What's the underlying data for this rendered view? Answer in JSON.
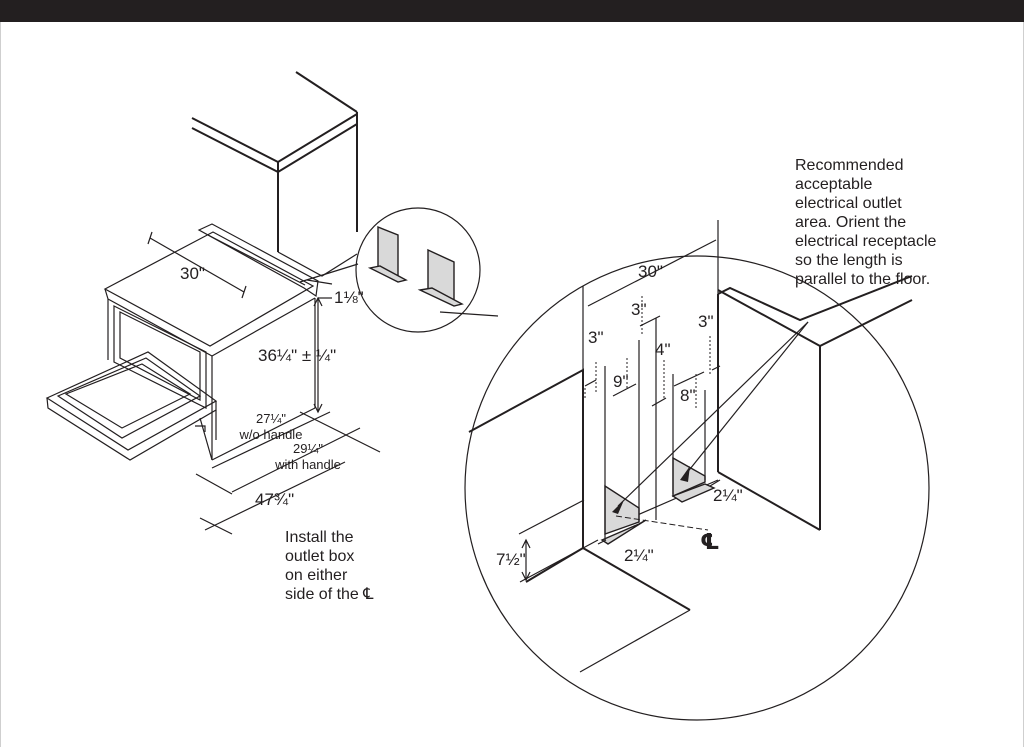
{
  "dims": {
    "range_width": "30\"",
    "top_offset": "1⅛\"",
    "height": "36¼\" ± ¼\"",
    "depth_no_handle_val": "27¼\"",
    "depth_no_handle_note": "w/o handle",
    "depth_handle_val": "29¼\"",
    "depth_handle_note": "with handle",
    "depth_door_open": "47¾\"",
    "cab_width": "30\"",
    "left_margin": "3\"",
    "center_gap": "3\"",
    "right_margin": "3\"",
    "left_zone": "9\"",
    "center_zone": "4\"",
    "right_zone": "8\"",
    "floor_height": "7½\"",
    "box_offset_left": "2¼\"",
    "box_offset_right": "2¼\""
  },
  "notes": {
    "install_lines": [
      "Install the",
      "outlet box",
      "on either",
      "side of the ℄"
    ],
    "recommended_lines": [
      "Recommended",
      "acceptable",
      "electrical outlet",
      "area. Orient the",
      "electrical receptacle",
      "so the length is",
      "parallel to the floor."
    ],
    "centerline_symbol": "℄"
  },
  "colors": {
    "ink": "#231f20",
    "zone_fill": "#d9d9d9",
    "top_bar": "#231f20"
  }
}
